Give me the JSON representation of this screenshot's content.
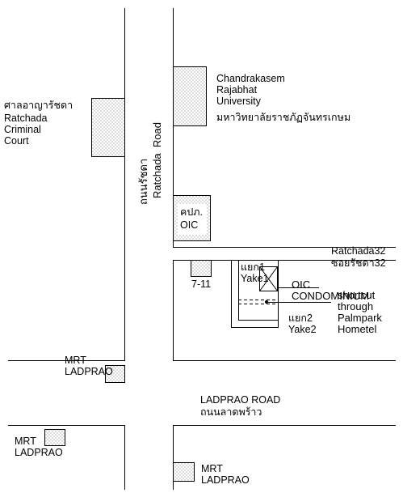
{
  "colors": {
    "line": "#000000",
    "building_fill": "#e6e6e6",
    "dot": "#555555",
    "background": "#ffffff"
  },
  "roads": {
    "ratchada_road_en": "Ratchada  Road",
    "ratchada_road_th": "ถนนรัชดา",
    "ratchada32_en": "Ratchada32",
    "ratchada32_th": "ซอยรัชดา32",
    "ladprao_road_en": "LADPRAO ROAD",
    "ladprao_road_th": "ถนนลาดพร้าว"
  },
  "landmarks": {
    "criminal_court_th": "ศาลอาญารัชดา",
    "criminal_court_en": "Ratchada\nCriminal\nCourt",
    "university_en": "Chandrakasem\nRajabhat\nUniversity",
    "university_th": "มหาวิทยาลัยราชภัฏจันทรเกษม",
    "oic_th": "คปภ.",
    "oic_en": "OIC",
    "seven_eleven": "7-11",
    "yake1": "แยก1\nYake1",
    "yake2": "แยก2\nYake2",
    "condominium": "OIC\nCONDOMINIUM",
    "shortcut": "shortcut\nthrough\nPalmpark\nHometel",
    "mrt_ladprao_1": "MRT\nLADPRAO",
    "mrt_ladprao_2": "MRT\nLADPRAO",
    "mrt_ladprao_3": "MRT\nLADPRAO"
  }
}
